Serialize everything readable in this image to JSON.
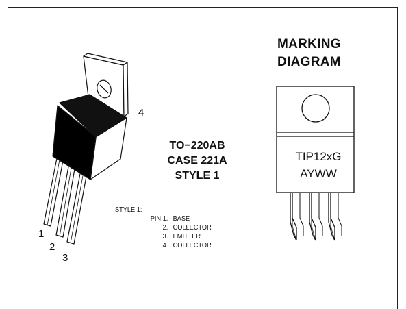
{
  "marking": {
    "title_line1": "MARKING",
    "title_line2": "DIAGRAM",
    "code_line1": "TIP12xG",
    "code_line2": "AYWW"
  },
  "package": {
    "line1": "TO−220AB",
    "line2": "CASE 221A",
    "line3": "STYLE 1"
  },
  "style_table": {
    "header": "STYLE 1:",
    "rows": [
      {
        "key": "PIN 1.",
        "value": "BASE"
      },
      {
        "key": "2.",
        "value": "COLLECTOR"
      },
      {
        "key": "3.",
        "value": "EMITTER"
      },
      {
        "key": "4.",
        "value": "COLLECTOR"
      }
    ]
  },
  "pin_labels": [
    "1",
    "2",
    "3",
    "4"
  ],
  "colors": {
    "ink": "#111111",
    "body_fill": "#000000",
    "paper": "#ffffff"
  }
}
